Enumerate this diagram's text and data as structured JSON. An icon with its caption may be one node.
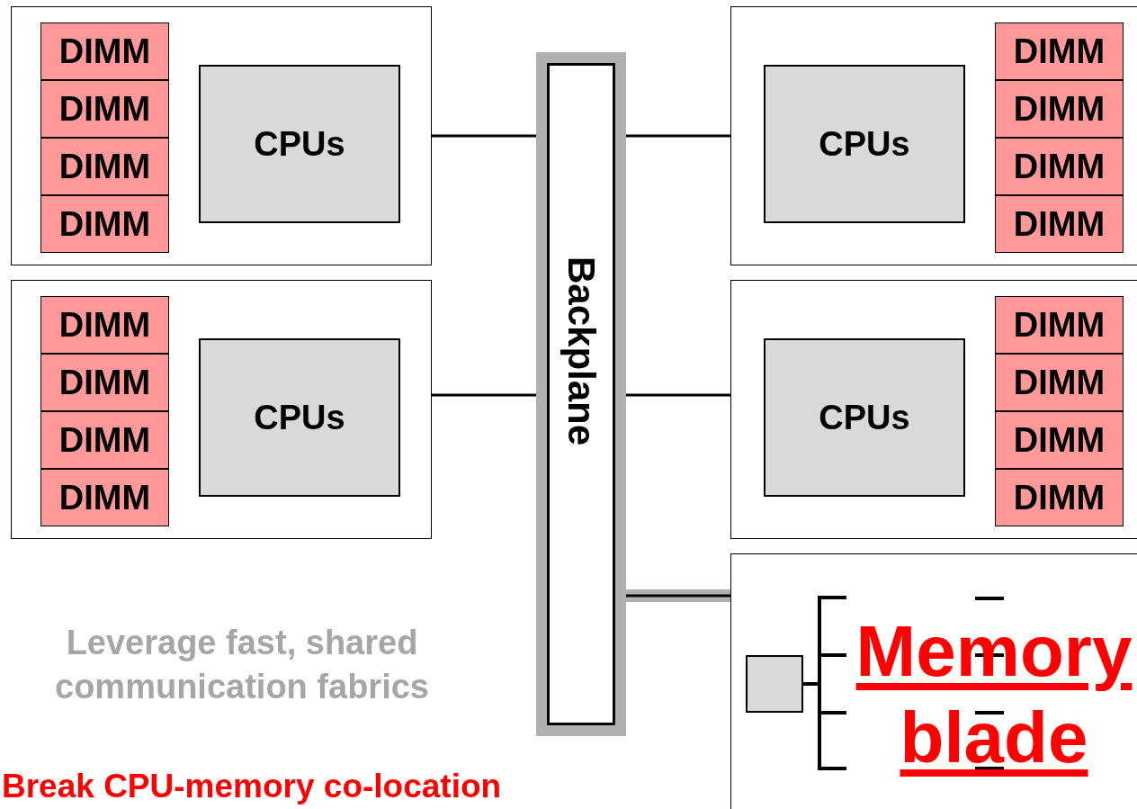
{
  "diagram": {
    "nodes": [
      {
        "text": [],
        "shape": "box"
      },
      {
        "text": [
          "DIMM"
        ],
        "in": 0
      },
      {
        "text": [
          "DIMM"
        ],
        "in": 0
      },
      {
        "text": [
          "DIMM"
        ],
        "in": 0
      },
      {
        "text": [
          "DIMM"
        ],
        "in": 0
      },
      {
        "text": [
          "CPUs"
        ],
        "in": 0
      },
      {
        "text": [],
        "shape": "box"
      },
      {
        "text": [
          "CPUs"
        ],
        "in": 6
      },
      {
        "text": [
          "DIMM"
        ],
        "in": 6
      },
      {
        "text": [
          "DIMM"
        ],
        "in": 6
      },
      {
        "text": [
          "DIMM"
        ],
        "in": 6
      },
      {
        "text": [
          "DIMM"
        ],
        "in": 6
      },
      {
        "text": [],
        "shape": "box"
      },
      {
        "text": [
          "DIMM"
        ],
        "in": 12
      },
      {
        "text": [
          "DIMM"
        ],
        "in": 12
      },
      {
        "text": [
          "DIMM"
        ],
        "in": 12
      },
      {
        "text": [
          "DIMM"
        ],
        "in": 12
      },
      {
        "text": [
          "CPUs"
        ],
        "in": 12
      },
      {
        "text": [],
        "shape": "box"
      },
      {
        "text": [
          "CPUs"
        ],
        "in": 18
      },
      {
        "text": [
          "DIMM"
        ],
        "in": 18
      },
      {
        "text": [
          "DIMM"
        ],
        "in": 18
      },
      {
        "text": [
          "DIMM"
        ],
        "in": 18
      },
      {
        "text": [
          "DIMM"
        ],
        "in": 18
      },
      {
        "text": [
          "Backplane"
        ]
      },
      {
        "text": [
          "Memory blade"
        ]
      },
      {
        "text": [],
        "shape": "box",
        "in": 25
      }
    ],
    "edges": [
      {
        "from": 0,
        "to": 24,
        "arrow": "none"
      },
      {
        "from": 6,
        "to": 24,
        "arrow": "none"
      },
      {
        "from": 12,
        "to": 24,
        "arrow": "none"
      },
      {
        "from": 18,
        "to": 24,
        "arrow": "none"
      },
      {
        "from": 24,
        "to": 25,
        "arrow": "none",
        "style": "thick",
        "color": "#b0b0b0"
      }
    ],
    "labels": [
      "Leverage fast, shared communication fabrics",
      "Break CPU-memory co-location"
    ]
  }
}
